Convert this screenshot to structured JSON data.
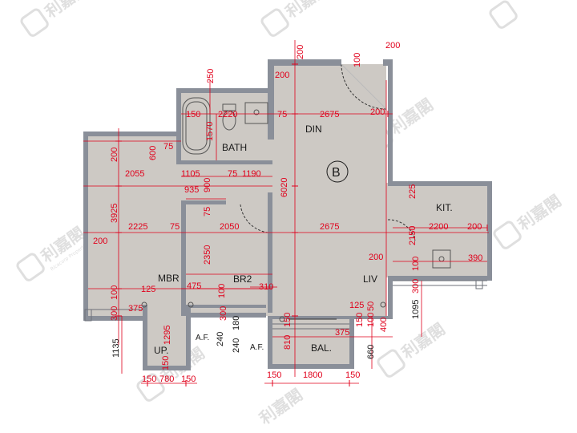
{
  "colors": {
    "wall": "#8a8f99",
    "floor": "#cdc9c4",
    "dimension": "#e0001b",
    "watermark": "#dcdcdc"
  },
  "unit_badge": "B",
  "rooms": {
    "din": "DIN",
    "liv": "LIV",
    "bath": "BATH",
    "kit": "KIT.",
    "mbr": "MBR",
    "br2": "BR2",
    "bal": "BAL.",
    "up": "UP."
  },
  "af_labels": [
    "A.F.",
    "A.F."
  ],
  "watermark": {
    "chinese": "利嘉閣",
    "english": "Ricacorp Properties"
  },
  "dimensions": {
    "d200_top": "200",
    "d200_topright": "200",
    "d100_top": "100",
    "d200_din_left": "200",
    "d250": "250",
    "d150_bath": "150",
    "d2220": "2220",
    "d75_din": "75",
    "d2675_din": "2675",
    "d200_din_right": "200",
    "d1570": "1570",
    "d600": "600",
    "d75_bath": "75",
    "d200_mbr_top": "200",
    "d2055": "2055",
    "d1105": "1105",
    "d75_mid": "75",
    "d1190": "1190",
    "d935": "935",
    "d900": "900",
    "d6020": "6020",
    "d225": "225",
    "d3925": "3925",
    "d2225": "2225",
    "d75_mbr": "75",
    "d2050": "2050",
    "d75_br2": "75",
    "d2675_liv": "2675",
    "d2150": "2150",
    "d2200": "2200",
    "d200_kit": "200",
    "d200_left": "200",
    "d2350": "2350",
    "d200_liv": "200",
    "d100_kit": "100",
    "d390": "390",
    "d125_up": "125",
    "d100_mbr": "100",
    "d475": "475",
    "d100_br2": "100",
    "d310": "310",
    "d300_kit": "300",
    "d300_left": "300",
    "d375_left": "375",
    "d1295": "1295",
    "d300_up": "300",
    "d125_bal": "125",
    "d50_bal": "50",
    "d1095": "1095",
    "d150_bal": "150",
    "d375_bal": "375",
    "d150_bal2": "150",
    "d100_bal": "100",
    "d400": "400",
    "d240": "240",
    "d180": "180",
    "d240b": "240",
    "d810": "810",
    "d1135": "1135",
    "d660": "660",
    "d150_up": "150",
    "d150_up_bottom_l": "150",
    "d780": "780",
    "d150_up_bottom_r": "150",
    "d150_bal_bottom_l": "150",
    "d1800": "1800",
    "d150_bal_bottom_r": "150"
  }
}
